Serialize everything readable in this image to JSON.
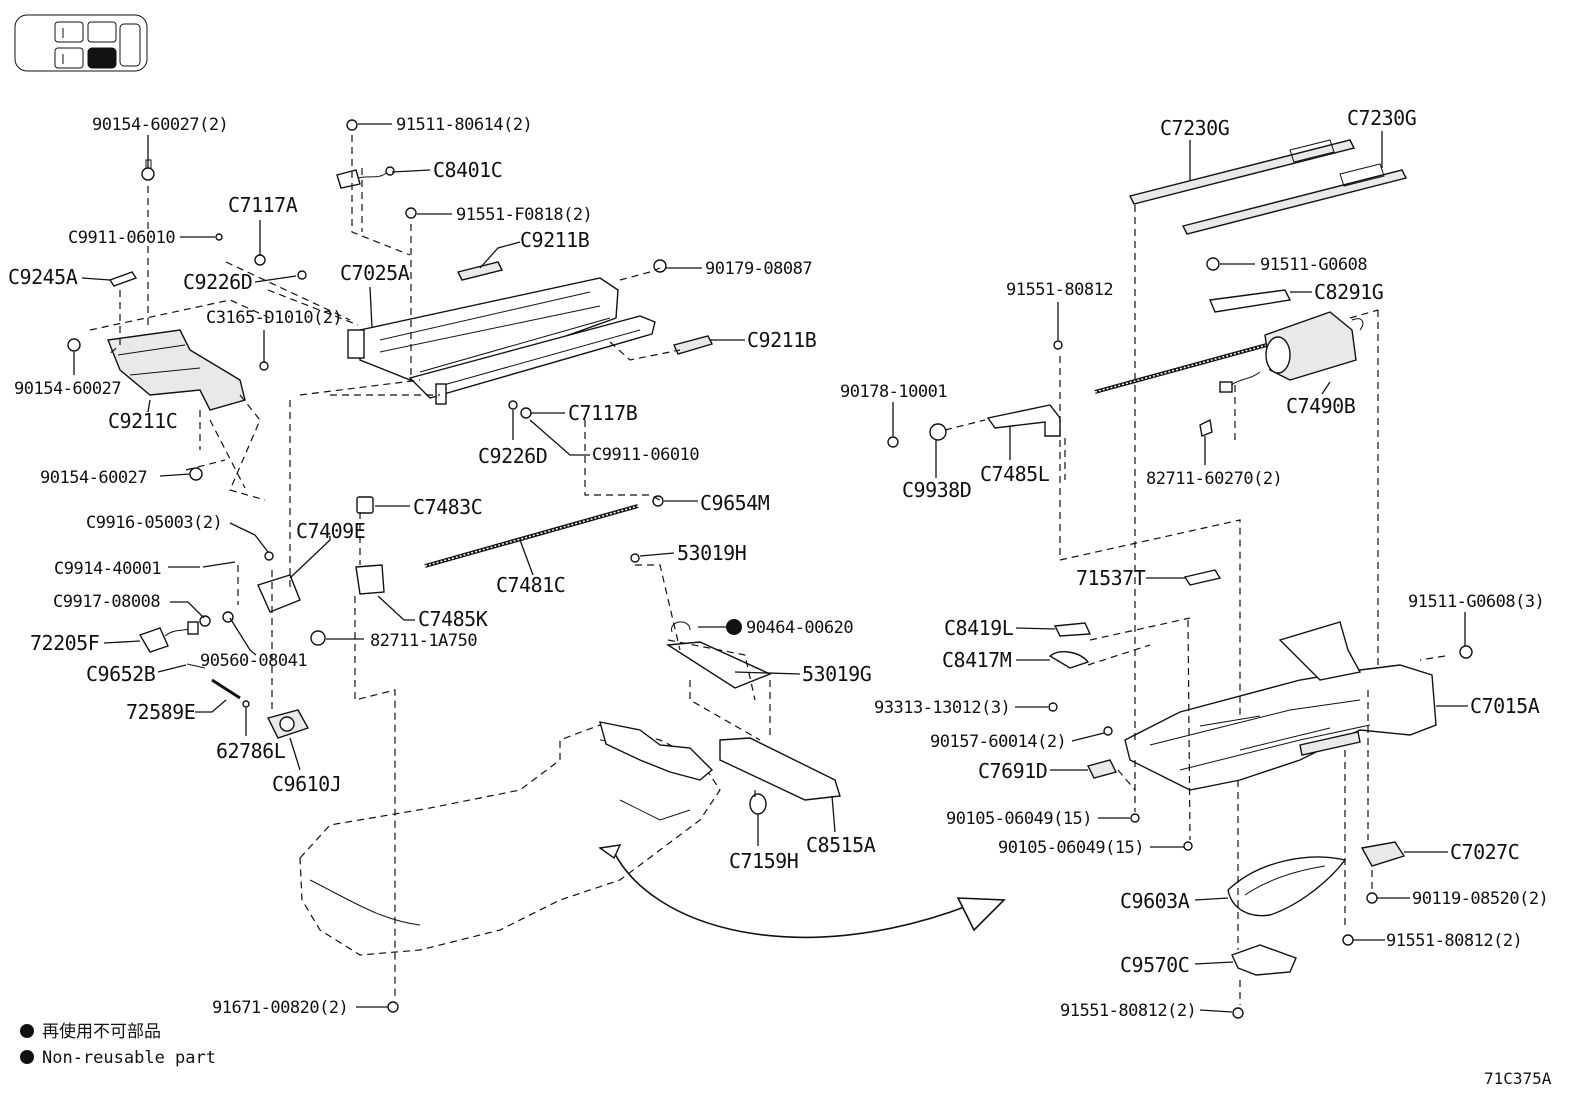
{
  "diagram_code": "71C375A",
  "legend": {
    "japanese": "再使用不可部品",
    "english": "Non-reusable part"
  },
  "parts": {
    "p_90154_60027_2": "90154-60027(2)",
    "p_91511_80614_2": "91511-80614(2)",
    "p_C8401C": "C8401C",
    "p_C7117A": "C7117A",
    "p_91551_F0818_2": "91551-F0818(2)",
    "p_C9911_06010_a": "C9911-06010",
    "p_C9211B_a": "C9211B",
    "p_C9245A": "C9245A",
    "p_C9226D_a": "C9226D",
    "p_C7025A": "C7025A",
    "p_90179_08087": "90179-08087",
    "p_C3165_D1010_2": "C3165-D1010(2)",
    "p_C9211B_b": "C9211B",
    "p_90154_60027": "90154-60027",
    "p_C9211C": "C9211C",
    "p_C7117B": "C7117B",
    "p_C9226D_b": "C9226D",
    "p_C9911_06010_b": "C9911-06010",
    "p_90154_60027_b": "90154-60027",
    "p_C7483C": "C7483C",
    "p_C9654M": "C9654M",
    "p_C9916_05003_2": "C9916-05003(2)",
    "p_C7409E": "C7409E",
    "p_53019H": "53019H",
    "p_C9914_40001": "C9914-40001",
    "p_C7481C": "C7481C",
    "p_C9917_08008": "C9917-08008",
    "p_C7485K": "C7485K",
    "p_90464_00620": "90464-00620",
    "p_72205F": "72205F",
    "p_82711_1A750": "82711-1A750",
    "p_90560_08041": "90560-08041",
    "p_C9652B": "C9652B",
    "p_53019G": "53019G",
    "p_72589E": "72589E",
    "p_62786L": "62786L",
    "p_C9610J": "C9610J",
    "p_C7159H": "C7159H",
    "p_C8515A": "C8515A",
    "p_91671_00820_2": "91671-00820(2)",
    "p_C7230G_a": "C7230G",
    "p_C7230G_b": "C7230G",
    "p_91511_G0608": "91511-G0608",
    "p_91551_80812": "91551-80812",
    "p_C8291G": "C8291G",
    "p_90178_10001": "90178-10001",
    "p_C7490B": "C7490B",
    "p_C9938D": "C9938D",
    "p_C7485L": "C7485L",
    "p_82711_60270_2": "82711-60270(2)",
    "p_71537T": "71537T",
    "p_91511_G0608_3": "91511-G0608(3)",
    "p_C8419L": "C8419L",
    "p_C8417M": "C8417M",
    "p_93313_13012_3": "93313-13012(3)",
    "p_C7015A": "C7015A",
    "p_90157_60014_2": "90157-60014(2)",
    "p_C7691D": "C7691D",
    "p_90105_06049_15_a": "90105-06049(15)",
    "p_90105_06049_15_b": "90105-06049(15)",
    "p_C7027C": "C7027C",
    "p_C9603A": "C9603A",
    "p_90119_08520_2": "90119-08520(2)",
    "p_91551_80812_2_a": "91551-80812(2)",
    "p_C9570C": "C9570C",
    "p_91551_80812_2_b": "91551-80812(2)"
  }
}
